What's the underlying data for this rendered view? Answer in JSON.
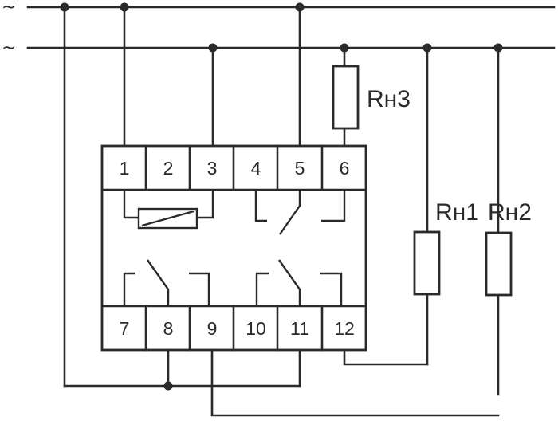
{
  "supply": {
    "line1_symbol": "~",
    "line2_symbol": "~"
  },
  "relay": {
    "top_terminals": [
      "1",
      "2",
      "3",
      "4",
      "5",
      "6"
    ],
    "bottom_terminals": [
      "7",
      "8",
      "9",
      "10",
      "11",
      "12"
    ]
  },
  "loads": {
    "rn3": "Rн3",
    "rn1": "Rн1",
    "rn2": "Rн2"
  },
  "colors": {
    "line": "#2a2a2a",
    "background": "#ffffff"
  }
}
